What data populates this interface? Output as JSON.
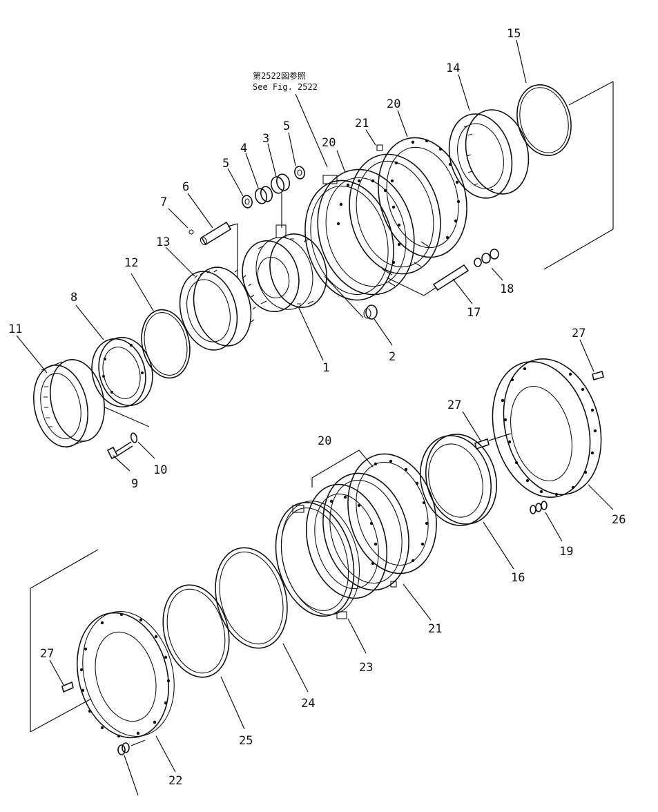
{
  "reference_note": {
    "line1": "第2522図参照",
    "line2": "See Fig. 2522"
  },
  "callouts": [
    {
      "id": "c1",
      "text": "1"
    },
    {
      "id": "c2",
      "text": "2"
    },
    {
      "id": "c3",
      "text": "3"
    },
    {
      "id": "c4",
      "text": "4"
    },
    {
      "id": "c5a",
      "text": "5"
    },
    {
      "id": "c5b",
      "text": "5"
    },
    {
      "id": "c6",
      "text": "6"
    },
    {
      "id": "c7",
      "text": "7"
    },
    {
      "id": "c8",
      "text": "8"
    },
    {
      "id": "c9",
      "text": "9"
    },
    {
      "id": "c10",
      "text": "10"
    },
    {
      "id": "c11",
      "text": "11"
    },
    {
      "id": "c12",
      "text": "12"
    },
    {
      "id": "c13",
      "text": "13"
    },
    {
      "id": "c14",
      "text": "14"
    },
    {
      "id": "c15",
      "text": "15"
    },
    {
      "id": "c16",
      "text": "16"
    },
    {
      "id": "c17",
      "text": "17"
    },
    {
      "id": "c18",
      "text": "18"
    },
    {
      "id": "c19",
      "text": "19"
    },
    {
      "id": "c20a",
      "text": "20"
    },
    {
      "id": "c20b",
      "text": "20"
    },
    {
      "id": "c20c",
      "text": "20"
    },
    {
      "id": "c21a",
      "text": "21"
    },
    {
      "id": "c21b",
      "text": "21"
    },
    {
      "id": "c22",
      "text": "22"
    },
    {
      "id": "c23",
      "text": "23"
    },
    {
      "id": "c24",
      "text": "24"
    },
    {
      "id": "c25",
      "text": "25"
    },
    {
      "id": "c26",
      "text": "26"
    },
    {
      "id": "c27a",
      "text": "27"
    },
    {
      "id": "c27b",
      "text": "27"
    },
    {
      "id": "c27c",
      "text": "27"
    }
  ]
}
